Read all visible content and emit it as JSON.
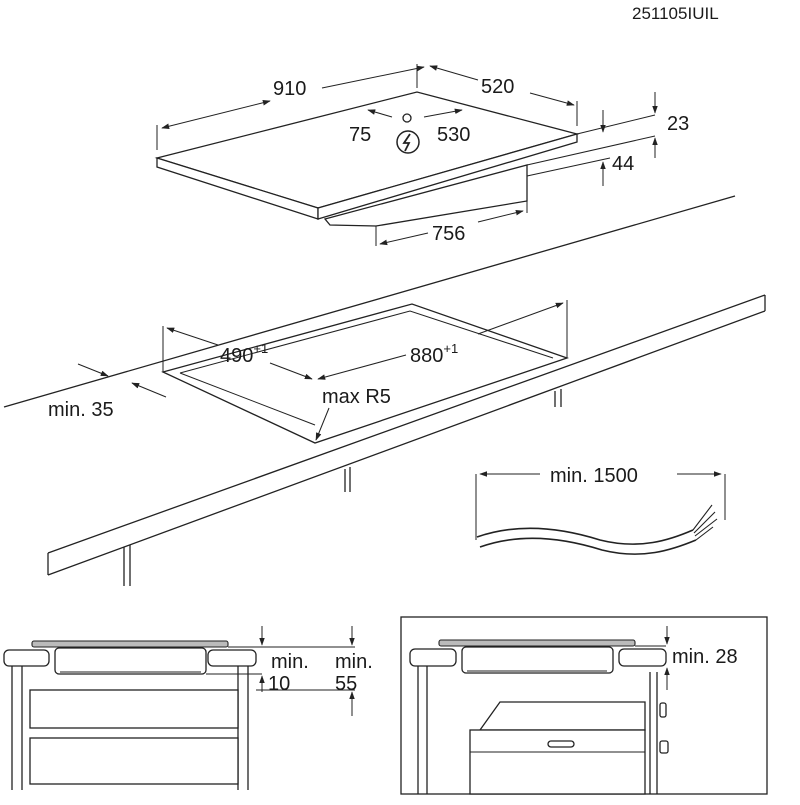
{
  "code": "251105IUIL",
  "hob": {
    "width": "910",
    "depth": "520",
    "conn_x": "75",
    "conn_y": "530",
    "thickness": "23",
    "height": "44",
    "inner_width": "756"
  },
  "cutout": {
    "depth": "490",
    "depth_tol": "+1",
    "width": "880",
    "width_tol": "+1",
    "radius": "max R5",
    "edge_min": "min. 35"
  },
  "cable": {
    "length": "min. 1500"
  },
  "install_left": {
    "min_label_a": "min.",
    "min_value_a": "10",
    "min_label_b": "min.",
    "min_value_b": "55"
  },
  "install_right": {
    "clearance": "min. 28"
  },
  "icons": [
    "electric-connection-icon"
  ]
}
